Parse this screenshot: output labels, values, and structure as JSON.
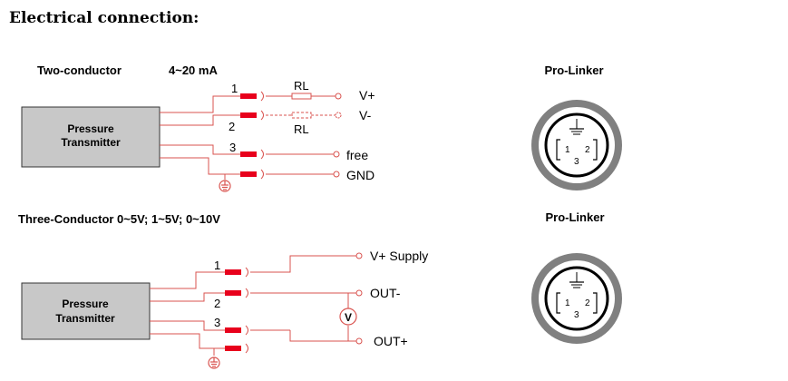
{
  "page_title": "Electrical connection:",
  "diagram1": {
    "heading": "Two-conductor",
    "range": "4~20 mA",
    "box_line1": "Pressure",
    "box_line2": "Transmitter",
    "pin1": "1",
    "pin2": "2",
    "pin3": "3",
    "rl_top": "RL",
    "rl_bottom": "RL",
    "term_vplus": "V+",
    "term_vminus": "V-",
    "term_free": "free",
    "term_gnd": "GND",
    "connector_title": "Pro-Linker"
  },
  "diagram2": {
    "heading": "Three-Conductor 0~5V; 1~5V;   0~10V",
    "box_line1": "Pressure",
    "box_line2": "Transmitter",
    "pin1": "1",
    "pin2": "2",
    "pin3": "3",
    "term_vplus": "V+   Supply",
    "term_outminus": "OUT-",
    "term_outplus": "OUT+",
    "meter": "V",
    "connector_title": "Pro-Linker"
  },
  "connector": {
    "pin1": "1",
    "pin2": "2",
    "pin3": "3"
  },
  "colors": {
    "wire": "#d9534f",
    "plug": "#e8001c",
    "box_fill": "#c8c8c8",
    "connector_outer": "#808080"
  }
}
